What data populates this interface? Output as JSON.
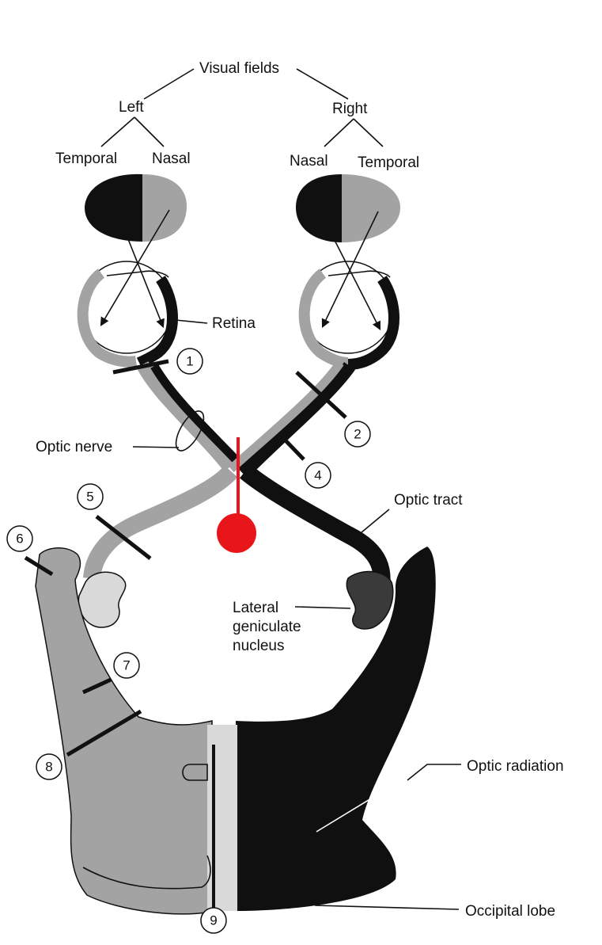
{
  "title": "Visual fields",
  "fields": {
    "left": "Left",
    "right": "Right",
    "left_temporal": "Temporal",
    "left_nasal": "Nasal",
    "right_nasal": "Nasal",
    "right_temporal": "Temporal"
  },
  "labels": {
    "retina": "Retina",
    "optic_nerve": "Optic nerve",
    "optic_tract": "Optic tract",
    "lgn_line1": "Lateral",
    "lgn_line2": "geniculate",
    "lgn_line3": "nucleus",
    "optic_radiation": "Optic radiation",
    "occipital_lobe": "Occipital lobe"
  },
  "lesions": [
    "1",
    "2",
    "4",
    "5",
    "6",
    "7",
    "8",
    "9"
  ],
  "colors": {
    "left_pathway": "#a3a3a3",
    "right_pathway": "#101010",
    "chiasm_marker": "#e8151b"
  }
}
